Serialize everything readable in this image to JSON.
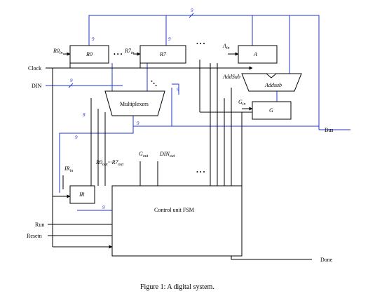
{
  "blocks": {
    "r0": "R0",
    "r7": "R7",
    "a": "A",
    "addsub": "Addsub",
    "g": "G",
    "mux": "Multiplexers",
    "ir": "IR",
    "fsm": "Control unit FSM"
  },
  "signals": {
    "r0in": "R0",
    "r0in_sub": "in",
    "r7in": "R7",
    "r7in_sub": "in",
    "ain": "A",
    "ain_sub": "in",
    "gin": "G",
    "gin_sub": "in",
    "irin": "IR",
    "irin_sub": "in",
    "addsub": "AddSub",
    "gout": "G",
    "gout_sub": "out",
    "dinout": "DIN",
    "dinout_sub": "out",
    "r0out": "R0",
    "r0out_sub": "out",
    "r7out": "R7",
    "r7out_sub": "out",
    "dots_between": "···"
  },
  "io": {
    "clock": "Clock",
    "din": "DIN",
    "bus": "Bus",
    "run": "Run",
    "resetn": "Resetn",
    "done": "Done"
  },
  "widths": {
    "bus_top": "9",
    "r0_in": "9",
    "r7_in": "9",
    "din": "9",
    "ir_bus": "9",
    "mux_side": "9",
    "mux_out": "9",
    "ir_to_fsm": "9",
    "sel": "8"
  },
  "ellipses": {
    "regs": "• • •",
    "top": "• • •",
    "diag": "• • •",
    "fsm_top": "• • •"
  },
  "caption": "Figure 1: A digital system.",
  "colors": {
    "bus_line": "#2233cc",
    "control_line": "#000000"
  }
}
